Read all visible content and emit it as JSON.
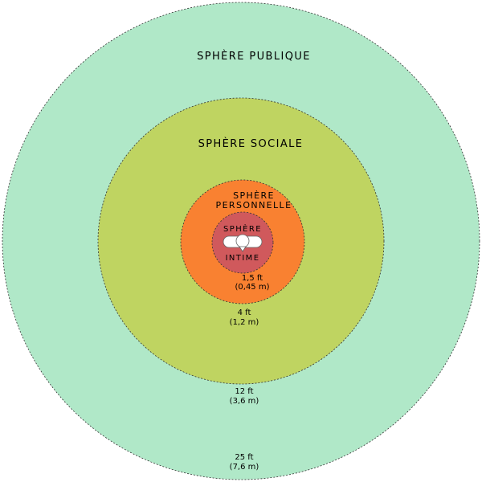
{
  "zones": {
    "public": {
      "title": "SPHÈRE PUBLIQUE",
      "distance_ft": "25 ft",
      "distance_m": "(7,6 m)",
      "color": "#b0e8c8"
    },
    "social": {
      "title": "SPHÈRE SOCIALE",
      "distance_ft": "12 ft",
      "distance_m": "(3,6 m)",
      "color": "#bfd461"
    },
    "personal": {
      "title_line1": "SPHÈRE",
      "title_line2": "PERSONNELLE",
      "distance_ft": "4 ft",
      "distance_m": "(1,2 m)",
      "color": "#f98131"
    },
    "intimate": {
      "title_line1": "SPHÈRE",
      "title_line2": "INTIME",
      "distance_ft": "1,5 ft",
      "distance_m": "(0,45 m)",
      "color": "#d0595c"
    }
  },
  "center_icon": "person-icon"
}
